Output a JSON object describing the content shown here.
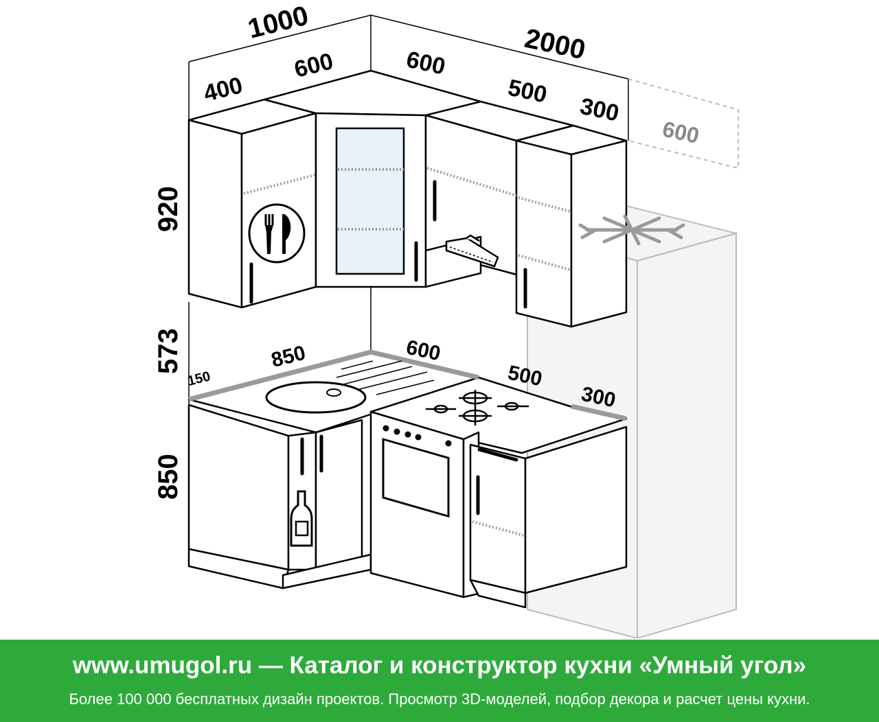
{
  "dimensions": {
    "total_left": "1000",
    "total_right": "2000",
    "upper_400": "400",
    "upper_600_left": "600",
    "upper_600_right": "600",
    "upper_500": "500",
    "upper_300": "300",
    "fridge_600": "600",
    "height_upper": "920",
    "height_gap": "573",
    "height_lower": "850",
    "counter_150": "150",
    "counter_850": "850",
    "counter_600": "600",
    "counter_500": "500",
    "counter_300": "300"
  },
  "icons": [
    "cutlery-plate-icon",
    "snowflake-icon",
    "bottle-icon",
    "range-hood-icon",
    "stove-burners-icon",
    "sink-icon"
  ],
  "colors": {
    "banner": "#2eaa3b",
    "banner_text": "#ffffff",
    "ghost_fridge": "#bbbbbb"
  },
  "banner": {
    "title": "www.umugol.ru — Каталог и конструктор кухни «Умный угол»",
    "subtitle": "Более 100 000 бесплатных дизайн проектов. Просмотр 3D-моделей, подбор декора и расчет цены кухни."
  }
}
